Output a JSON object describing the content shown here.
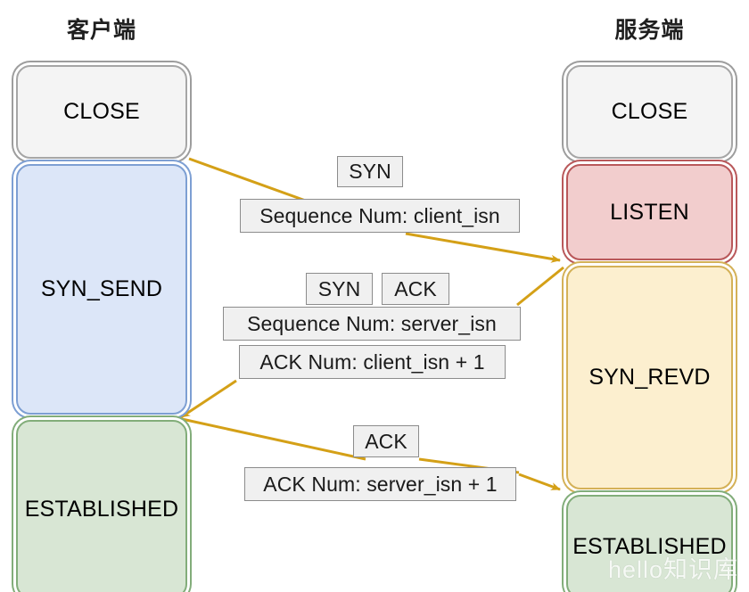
{
  "diagram": {
    "title_client": "客户端",
    "title_server": "服务端",
    "watermark": "hello知识库",
    "accent_arrow_color": "#d4a017",
    "background_color": "#ffffff"
  },
  "client_states": [
    {
      "key": "close",
      "label": "CLOSE",
      "fill": "#f4f4f4",
      "stroke": "#9d9d9d"
    },
    {
      "key": "syn_send",
      "label": "SYN_SEND",
      "fill": "#dce6f8",
      "stroke": "#7d9fd3"
    },
    {
      "key": "established",
      "label": "ESTABLISHED",
      "fill": "#d8e6d4",
      "stroke": "#82ad7a"
    }
  ],
  "server_states": [
    {
      "key": "close",
      "label": "CLOSE",
      "fill": "#f4f4f4",
      "stroke": "#9d9d9d"
    },
    {
      "key": "listen",
      "label": "LISTEN",
      "fill": "#f2cdcd",
      "stroke": "#b9585a"
    },
    {
      "key": "syn_revd",
      "label": "SYN_REVD",
      "fill": "#fcefcf",
      "stroke": "#d4b157"
    },
    {
      "key": "established",
      "label": "ESTABLISHED",
      "fill": "#d8e6d4",
      "stroke": "#82ad7a"
    }
  ],
  "messages": [
    {
      "step": 1,
      "direction": "client-to-server",
      "flags": [
        "SYN"
      ],
      "fields": [
        "Sequence Num: client_isn"
      ]
    },
    {
      "step": 2,
      "direction": "server-to-client",
      "flags": [
        "SYN",
        "ACK"
      ],
      "fields": [
        "Sequence Num: server_isn",
        "ACK Num: client_isn + 1"
      ]
    },
    {
      "step": 3,
      "direction": "client-to-server",
      "flags": [
        "ACK"
      ],
      "fields": [
        "ACK Num: server_isn + 1"
      ]
    }
  ]
}
